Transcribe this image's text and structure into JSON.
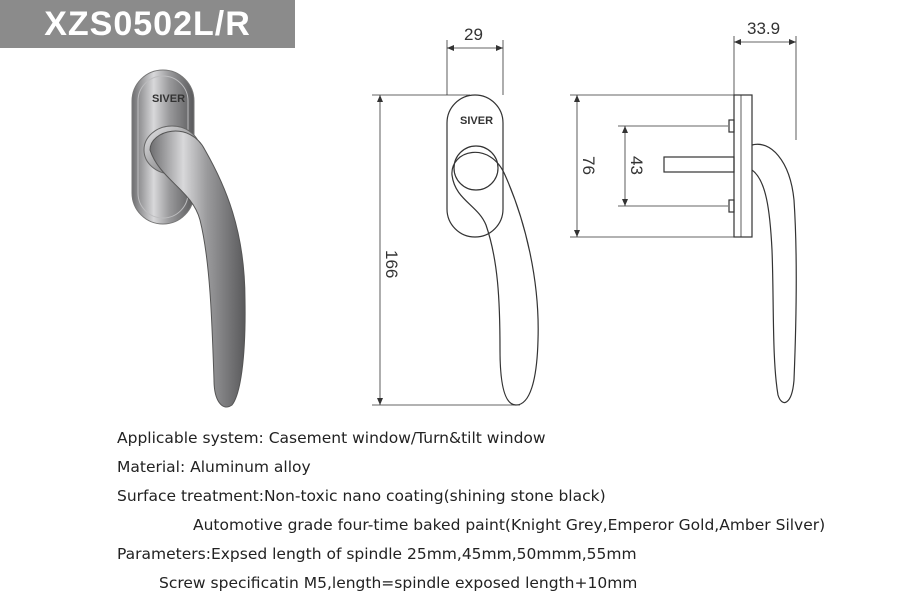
{
  "header": {
    "model": "XZS0502L/R"
  },
  "product": {
    "brand": "SIVER"
  },
  "dimensions": {
    "front_width": "29",
    "side_depth": "33.9",
    "total_length": "166",
    "base_length": "76",
    "screw_spacing": "43"
  },
  "specs": {
    "applicable_system": "Applicable system: Casement window/Turn&tilt window",
    "material": "Material: Aluminum alloy",
    "surface_treatment": "Surface treatment:Non-toxic nano coating(shining stone black)",
    "surface_treatment_2": "Automotive grade four-time baked paint(Knight Grey,Emperor Gold,Amber Silver)",
    "parameters": "Parameters:Expsed length of spindle 25mm,45mm,50mmm,55mm",
    "parameters_2": "Screw specificatin M5,length=spindle exposed length+10mm"
  },
  "colors": {
    "header_bg": "#8b8b8b",
    "header_text": "#ffffff",
    "line": "#333333"
  }
}
